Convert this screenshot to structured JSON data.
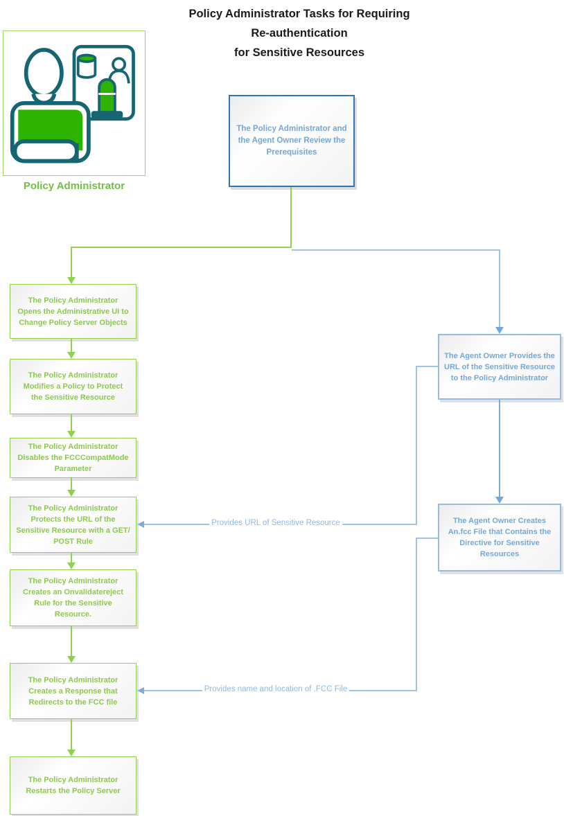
{
  "title": {
    "lines": [
      "Policy Administrator Tasks for Requiring",
      "Re-authentication",
      "for Sensitive Resources"
    ]
  },
  "actor": {
    "label": "Policy Administrator",
    "icon": "policy-administrator-person-icon"
  },
  "flow": {
    "start_box": {
      "text": "The Policy Administrator and\nthe Agent Owner Review the\nPrerequisites"
    },
    "left_column": [
      {
        "text": "The Policy Administrator\nOpens the Administrative UI to\nChange Policy Server Objects"
      },
      {
        "text": "The Policy Administrator\nModifies a Policy to Protect\nthe Sensitive Resource"
      },
      {
        "text": "The Policy Administrator\nDisables the FCCCompatMode\nParameter"
      },
      {
        "text": "The Policy Administrator\nProtects the URL of the\nSensitive Resource with a GET/\nPOST Rule"
      },
      {
        "text": "The Policy Administrator\nCreates an Onvalidatereject\nRule for the Sensitive\nResource."
      },
      {
        "text": "The Policy Administrator\nCreates a Response that\nRedirects to the FCC file"
      },
      {
        "text": "The Policy Administrator\nRestarts the Policy Server"
      }
    ],
    "right_column": [
      {
        "text": "The Agent Owner Provides the\nURL of the Sensitive Resource\nto the Policy Administrator"
      },
      {
        "text": "The Agent Owner Creates\nAn.fcc File that Contains the\nDirective for Sensitive\nResources"
      }
    ],
    "connector_labels": [
      {
        "text": "Provides URL of Sensitive Resource"
      },
      {
        "text": "Provides name and location of .FCC File"
      }
    ]
  },
  "colors": {
    "green_accent": "#92d050",
    "green_text": "#8cc94f",
    "icon_teal": "#156672",
    "icon_bright_green": "#2db300",
    "start_box_border": "#2e75b6",
    "blue_box_border": "#95bde0",
    "blue_text": "#74a7d8",
    "blue_line_light": "#9dc3e6",
    "blue_arrow": "#6fa8dc",
    "title_text": "#1a1a1a"
  }
}
